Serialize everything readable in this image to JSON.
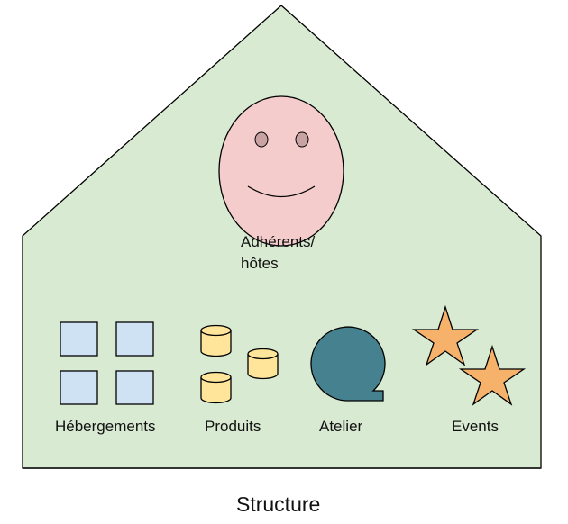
{
  "diagram": {
    "title": "Structure",
    "colors": {
      "house_fill": "#d9ead3",
      "outline": "#000000",
      "face_fill": "#f4cccc",
      "eye_fill": "#c9a3a3",
      "square_fill": "#cfe2f3",
      "cylinder_fill": "#ffe599",
      "atelier_fill": "#45818e",
      "star_fill": "#f6b26b"
    },
    "center": {
      "label_line1": "Adhérents/",
      "label_line2": "hôtes",
      "icon": "smiley-face-icon"
    },
    "items": [
      {
        "label": "Hébergements",
        "icon": "squares-grid-icon"
      },
      {
        "label": "Produits",
        "icon": "cylinders-icon"
      },
      {
        "label": "Atelier",
        "icon": "speech-bubble-icon"
      },
      {
        "label": "Events",
        "icon": "stars-icon"
      }
    ]
  }
}
